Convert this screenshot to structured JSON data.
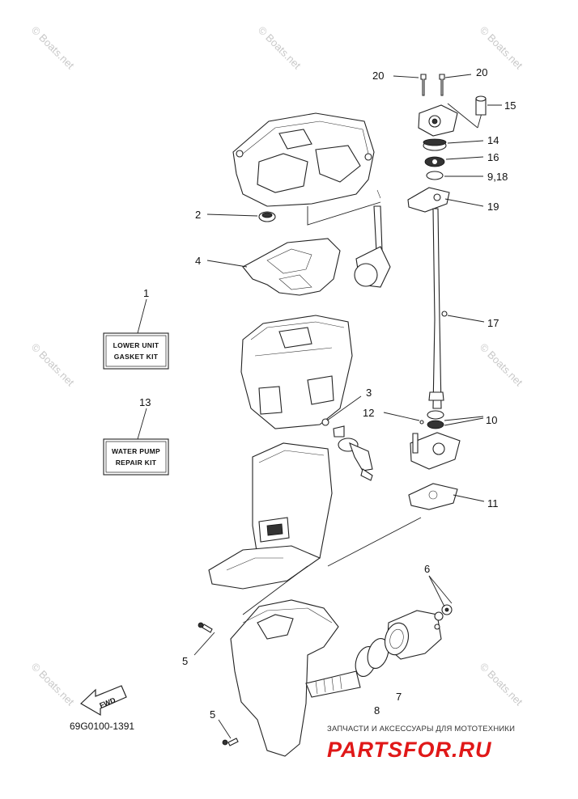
{
  "callouts": {
    "c1": "1",
    "c2": "2",
    "c3": "3",
    "c4": "4",
    "c5a": "5",
    "c5b": "5",
    "c6": "6",
    "c7": "7",
    "c8": "8",
    "c9_18": "9,18",
    "c10": "10",
    "c11": "11",
    "c12": "12",
    "c13": "13",
    "c14": "14",
    "c15": "15",
    "c16": "16",
    "c17": "17",
    "c19": "19",
    "c20a": "20",
    "c20b": "20"
  },
  "kits": {
    "lower_unit_line1": "LOWER UNIT",
    "lower_unit_line2": "GASKET KIT",
    "water_pump_line1": "WATER PUMP",
    "water_pump_line2": "REPAIR KIT"
  },
  "direction_label": "FWD",
  "part_code": "69G0100-1391",
  "watermark": "© Boats.net",
  "store": {
    "tagline": "ЗАПЧАСТИ И АКСЕССУАРЫ ДЛЯ МОТОТЕХНИКИ",
    "logo": "PARTSFOR.RU"
  },
  "colors": {
    "logo_red": "#e01818",
    "line": "#222222",
    "watermark_gray": "#c9c9c9"
  }
}
